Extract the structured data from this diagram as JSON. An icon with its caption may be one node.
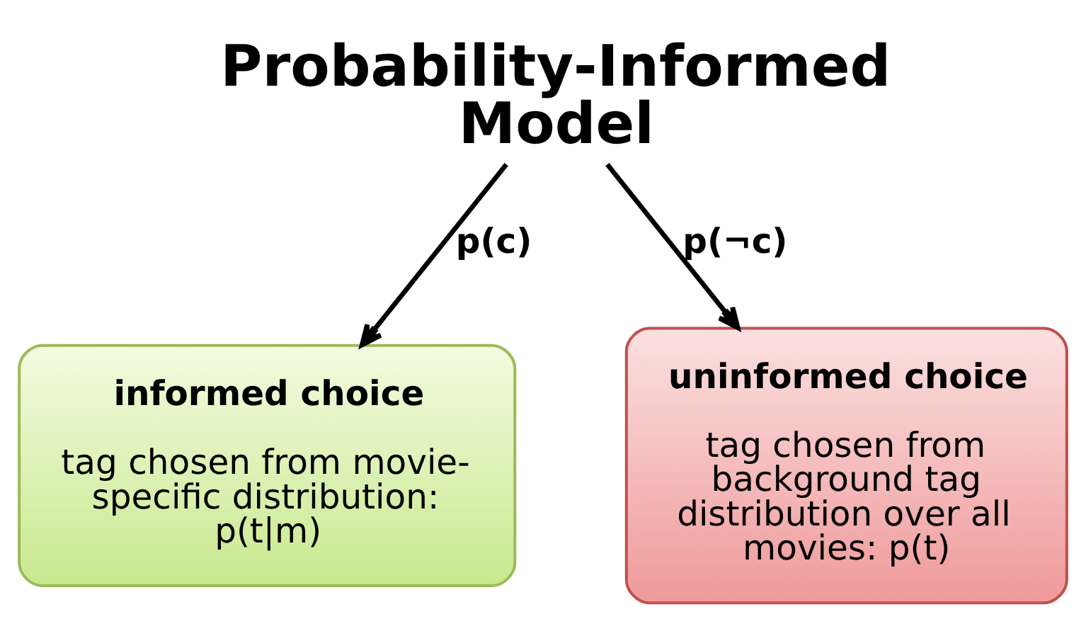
{
  "diagram": {
    "nodes": [
      {
        "text": [
          "Probability-Informed Model"
        ]
      },
      {
        "text": [
          "informed choice",
          "tag chosen from movie-specific distribution: p(t|m)"
        ]
      },
      {
        "text": [
          "uninformed choice",
          "tag chosen from background tag distribution over all movies: p(t)"
        ]
      }
    ],
    "edges": [
      {
        "from": 0,
        "to": 1,
        "arrow": "to",
        "label": "p(c)"
      },
      {
        "from": 0,
        "to": 2,
        "arrow": "to",
        "label": "p(¬c)"
      }
    ]
  }
}
